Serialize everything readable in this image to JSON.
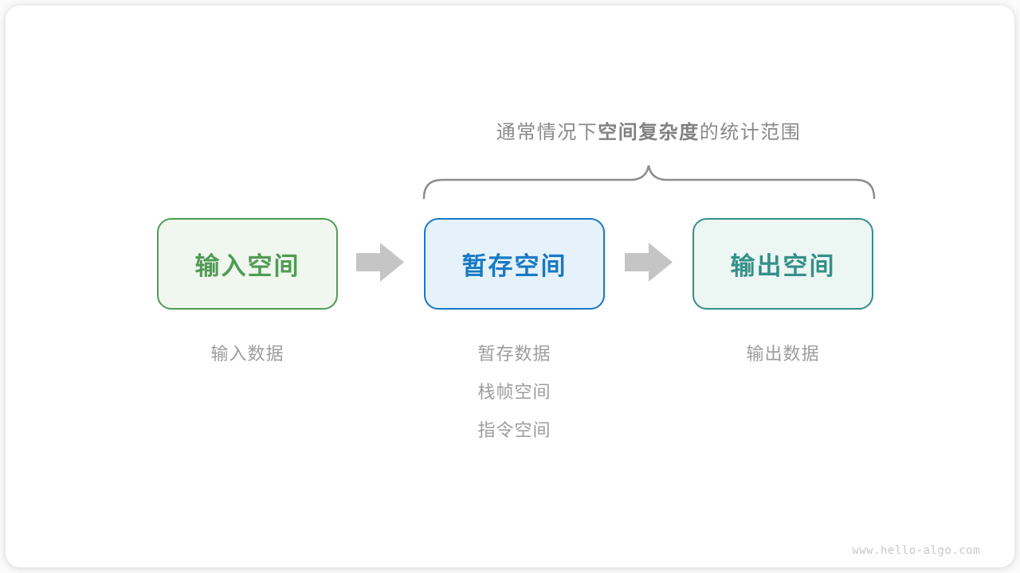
{
  "title": {
    "prefix": "通常情况下",
    "bold": "空间复杂度",
    "suffix": "的统计范围"
  },
  "boxes": [
    {
      "label": "输入空间",
      "border_color": "#4f9b55",
      "text_color": "#4f9b55",
      "bg_color": "#f0f7ee"
    },
    {
      "label": "暂存空间",
      "border_color": "#1879c5",
      "text_color": "#1879c5",
      "bg_color": "#e6f2fb"
    },
    {
      "label": "输出空间",
      "border_color": "#349088",
      "text_color": "#349088",
      "bg_color": "#ecf6f3"
    }
  ],
  "captions": {
    "input": "输入数据",
    "temp": [
      "暂存数据",
      "栈帧空间",
      "指令空间"
    ],
    "output": "输出数据"
  },
  "watermark": "www.hello-algo.com",
  "colors": {
    "arrow": "#c5c5c5",
    "brace": "#8d8d8d",
    "caption": "#9c9c9c",
    "title": "#8a8a8a"
  }
}
